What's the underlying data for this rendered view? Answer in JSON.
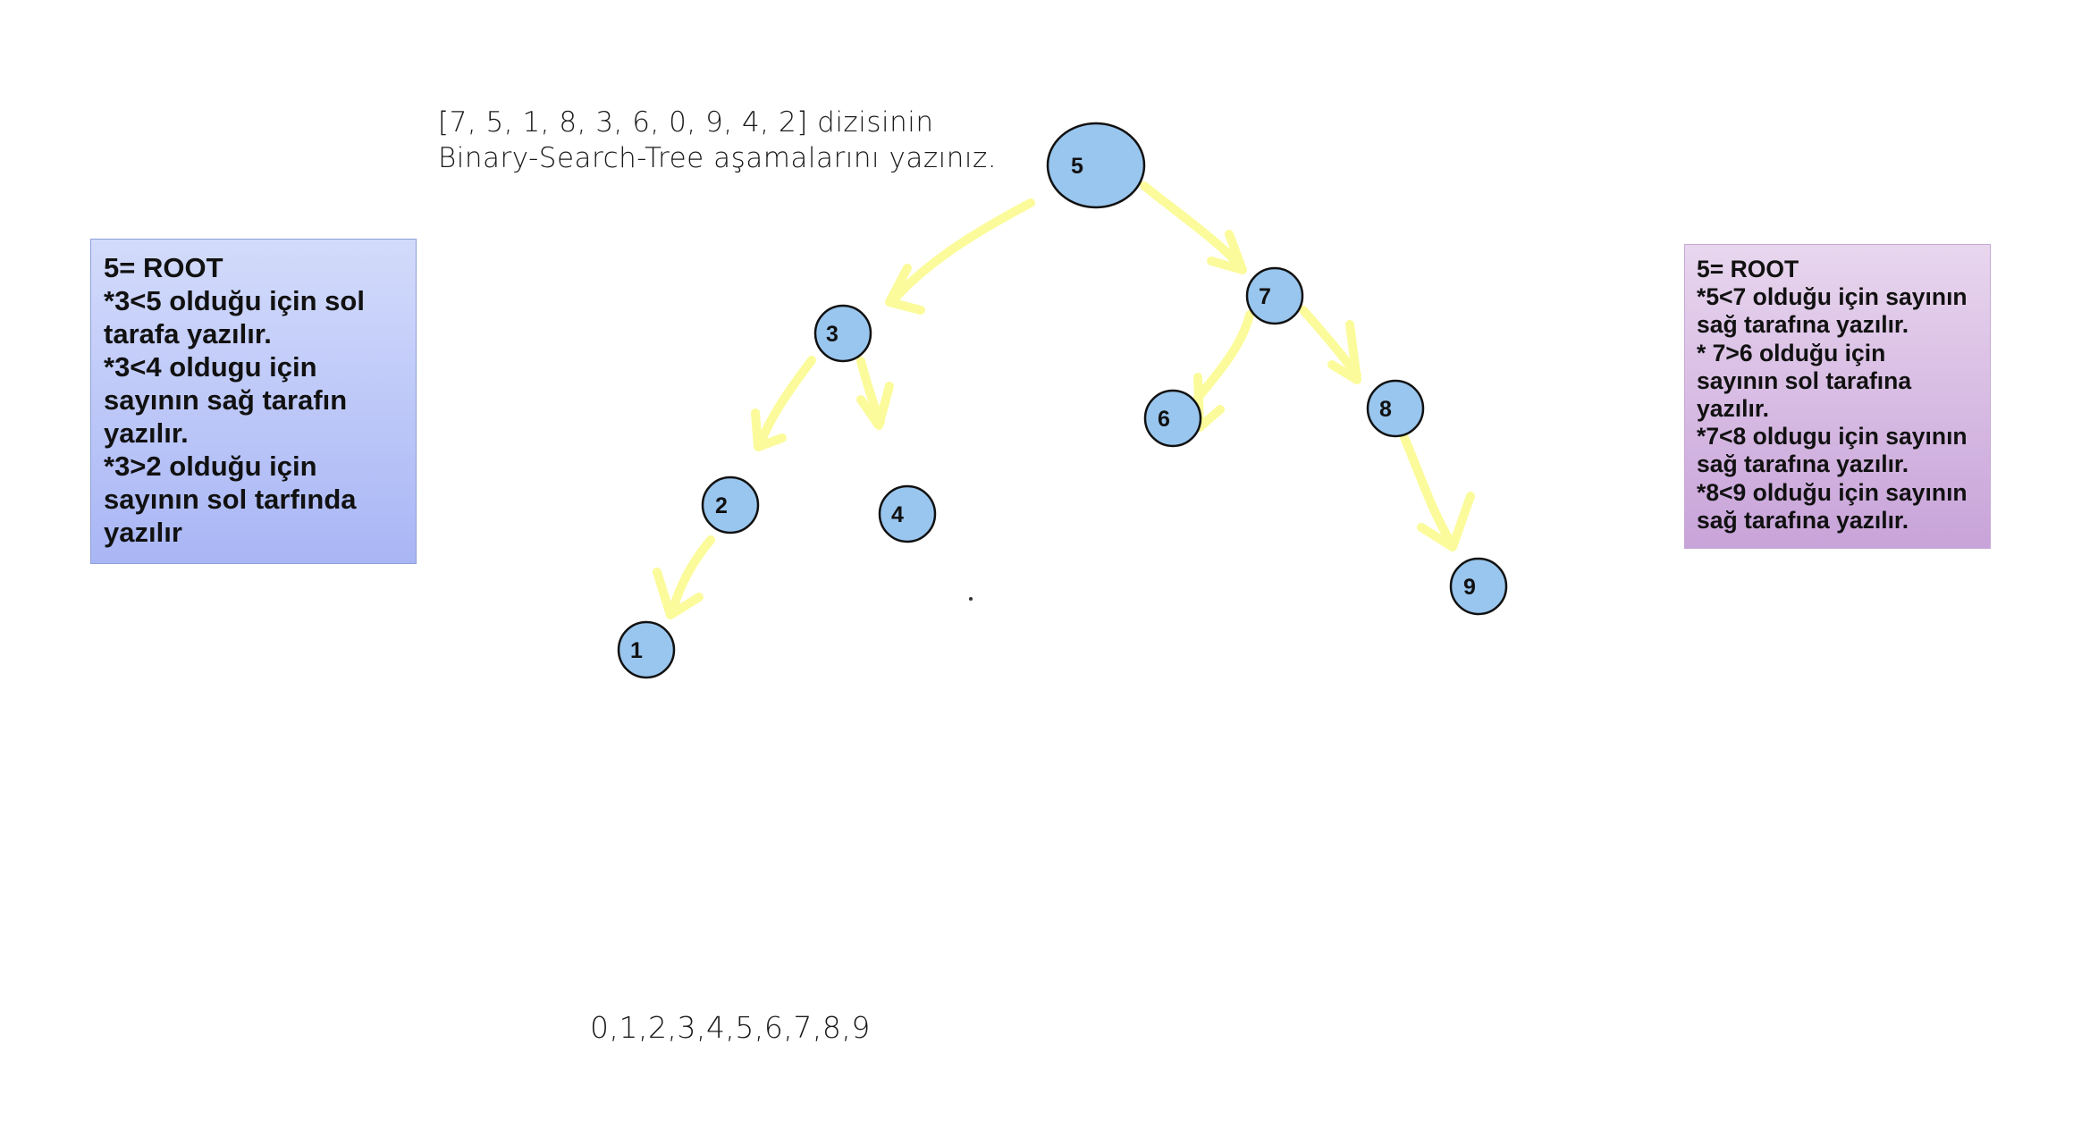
{
  "prompt": {
    "line1": "[7, 5, 1, 8, 3, 6, 0, 9, 4, 2] dizisinin",
    "line2": "Binary-Search-Tree aşamalarını yazınız."
  },
  "sorted_result": "0,1,2,3,4,5,6,7,8,9",
  "left_note": {
    "lines": [
      "5= ROOT",
      "*3<5 olduğu için sol",
      "tarafa yazılır.",
      "*3<4 oldugu için",
      "sayının sağ tarafın",
      "yazılır.",
      "*3>2 olduğu için",
      "sayının sol tarfında",
      "yazılır"
    ]
  },
  "right_note": {
    "lines": [
      "5= ROOT",
      "*5<7 olduğu için sayının",
      "sağ tarafına yazılır.",
      "* 7>6 olduğu için",
      "sayının sol tarafına",
      "yazılır.",
      "*7<8 oldugu için sayının",
      "sağ tarafına yazılır.",
      "*8<9 olduğu için sayının",
      "sağ tarafına yazılır."
    ]
  },
  "tree": {
    "nodes": [
      "5",
      "3",
      "7",
      "2",
      "4",
      "1",
      "6",
      "8",
      "9"
    ],
    "edges": [
      [
        "5",
        "3"
      ],
      [
        "5",
        "7"
      ],
      [
        "3",
        "2"
      ],
      [
        "3",
        "4"
      ],
      [
        "2",
        "1"
      ],
      [
        "7",
        "6"
      ],
      [
        "7",
        "8"
      ],
      [
        "8",
        "9"
      ]
    ]
  },
  "colors": {
    "node_fill": "#99c6ee",
    "arrow": "#fbfb9b",
    "left_note_top": "#d3dbfb",
    "left_note_bottom": "#a9b6f5",
    "right_note_top": "#e8d6ee",
    "right_note_bottom": "#c8a3d9"
  }
}
